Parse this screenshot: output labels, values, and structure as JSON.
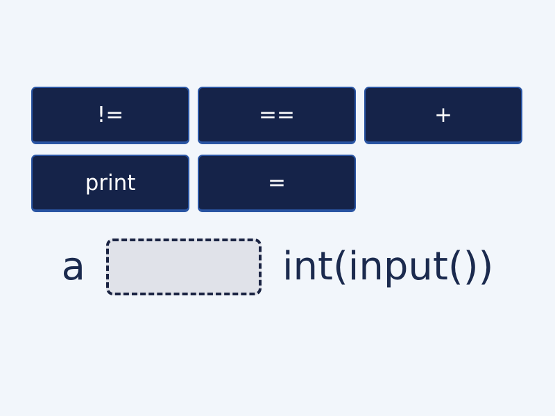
{
  "colors": {
    "page-bg": "#f2f6fb",
    "tile-bg": "#152349",
    "tile-border": "#2a55a3",
    "tile-text": "#ffffff",
    "sentence-text": "#1b2a4e",
    "blank-fill": "#e0e2e9",
    "blank-border": "#1a2342"
  },
  "choices": [
    {
      "label": "!="
    },
    {
      "label": "=="
    },
    {
      "label": "+"
    },
    {
      "label": "print"
    },
    {
      "label": "="
    }
  ],
  "sentence": {
    "before": "a",
    "after": "int(input())"
  }
}
